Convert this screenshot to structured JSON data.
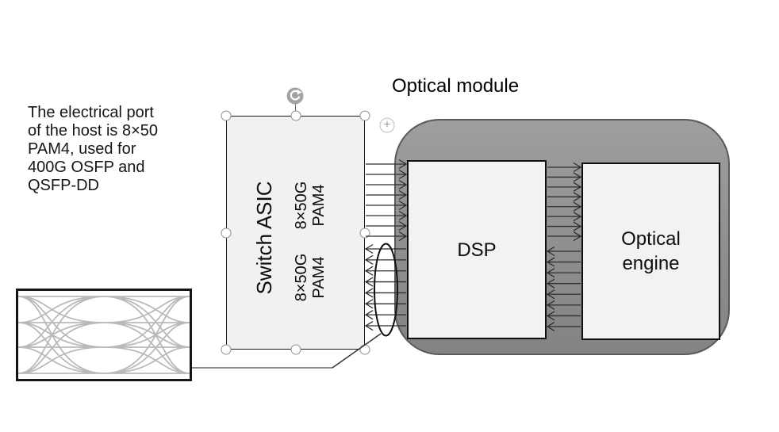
{
  "annotation": {
    "lines": [
      "The electrical port",
      "of the host is 8×50",
      "PAM4, used for",
      "400G OSFP and",
      "QSFP-DD"
    ]
  },
  "switch_asic": {
    "label": "Switch ASIC",
    "tx": {
      "lines": [
        "8×50G",
        "PAM4"
      ]
    },
    "rx": {
      "lines": [
        "8×50G",
        "PAM4"
      ]
    }
  },
  "optical_module": {
    "title": "Optical module",
    "dsp_label": "DSP",
    "engine_label": "Optical engine"
  },
  "links": {
    "host_tx_lanes": 8,
    "host_rx_lanes": 8,
    "oe_tx_lanes": 8,
    "oe_rx_lanes": 8
  },
  "icons": {
    "plus": "+"
  },
  "colors": {
    "module_body": "#8f8f8f",
    "module_border": "#5a5a5a",
    "box_fill": "#f2f2f2",
    "arrow_line": "#2e2e2e",
    "eye_trace": "#b9b9b9"
  }
}
